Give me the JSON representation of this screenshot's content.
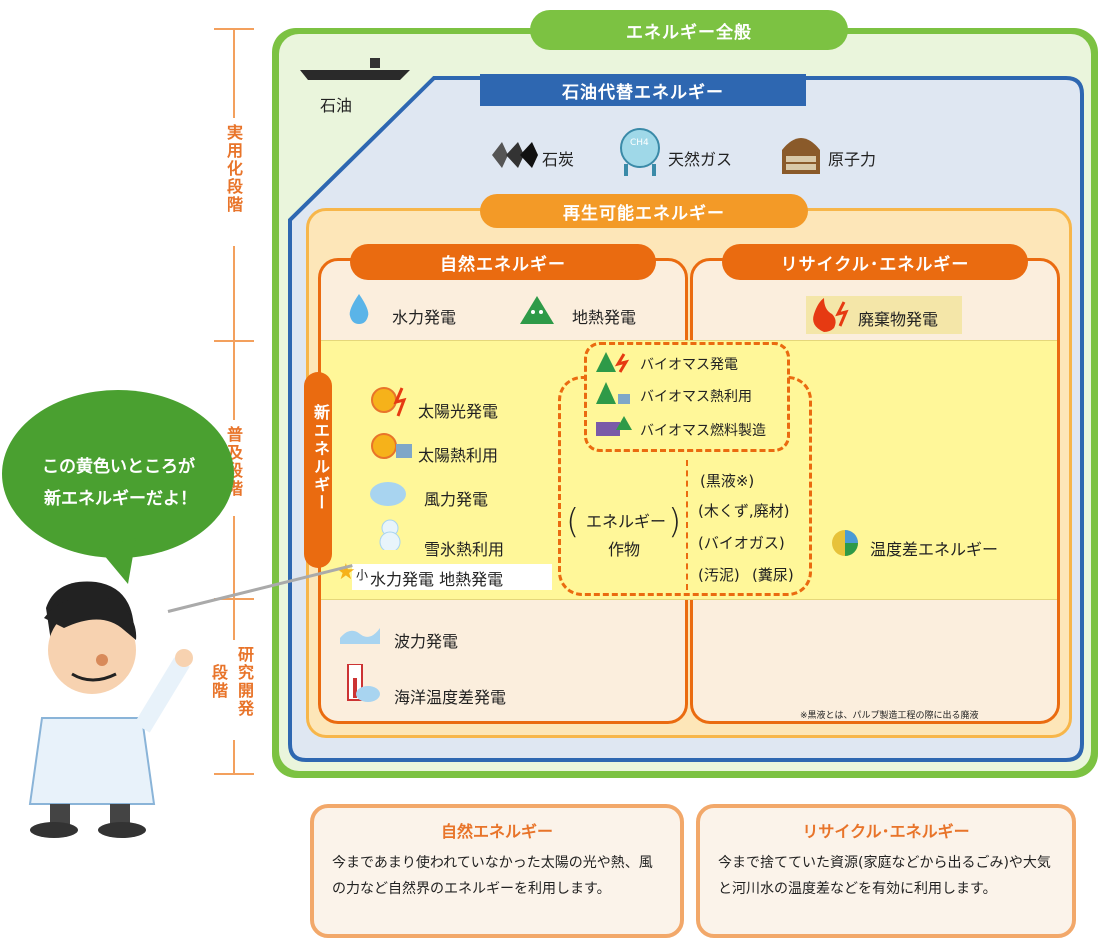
{
  "stage_labels": {
    "practical": "実用化段階",
    "spread": "普及段階",
    "research_a": "研究開発",
    "research_b": "段階"
  },
  "headers": {
    "energy_all": "エネルギー全般",
    "oil": "石油",
    "oil_alt": "石油代替エネルギー",
    "coal": "石炭",
    "natural_gas": "天然ガス",
    "ch4": "CH4",
    "nuclear": "原子力",
    "renewable": "再生可能エネルギー",
    "natural": "自然エネルギー",
    "recycle": "リサイクル･エネルギー",
    "new_energy": "新エネルギー"
  },
  "natural_items": {
    "hydro": "水力発電",
    "geothermal": "地熱発電",
    "solar_power": "太陽光発電",
    "solar_heat": "太陽熱利用",
    "wind": "風力発電",
    "snow_ice": "雪氷熱利用",
    "small_hydro_geo": "水力発電 地熱発電",
    "small_prefix": "小",
    "wave": "波力発電",
    "ocean_thermal": "海洋温度差発電"
  },
  "biomass": {
    "power": "バイオマス発電",
    "heat": "バイオマス熱利用",
    "fuel": "バイオマス燃料製造",
    "crop": "（エネルギー\n作物",
    "crop_line1": "エネルギー",
    "crop_line2": "作物",
    "black_liquor": "(黒液※)",
    "wood": "(木くず,廃材)",
    "biogas": "(バイオガス)",
    "sludge": "(汚泥)",
    "manure": "(糞尿)"
  },
  "recycle_items": {
    "waste_power": "廃棄物発電",
    "temp_diff": "温度差エネルギー",
    "footnote": "※黒液とは、パルプ製造工程の際に出る廃液"
  },
  "speech": {
    "line1": "この黄色いところが",
    "line2": "新エネルギーだよ！"
  },
  "info_natural": {
    "title": "自然エネルギー",
    "body": "今まであまり使われていなかった太陽の光や熱、風の力など自然界のエネルギーを利用します。"
  },
  "info_recycle": {
    "title": "リサイクル･エネルギー",
    "body": "今まで捨てていた資源(家庭などから出るごみ)や大気と河川水の温度差などを有効に利用します。"
  },
  "colors": {
    "green": "#7cc242",
    "blue": "#2e67b1",
    "orange": "#f39a27",
    "dark_orange": "#ea6b10",
    "yellow": "#fff799",
    "light_blue": "#dfe7f2",
    "peach": "#fbeedd"
  }
}
